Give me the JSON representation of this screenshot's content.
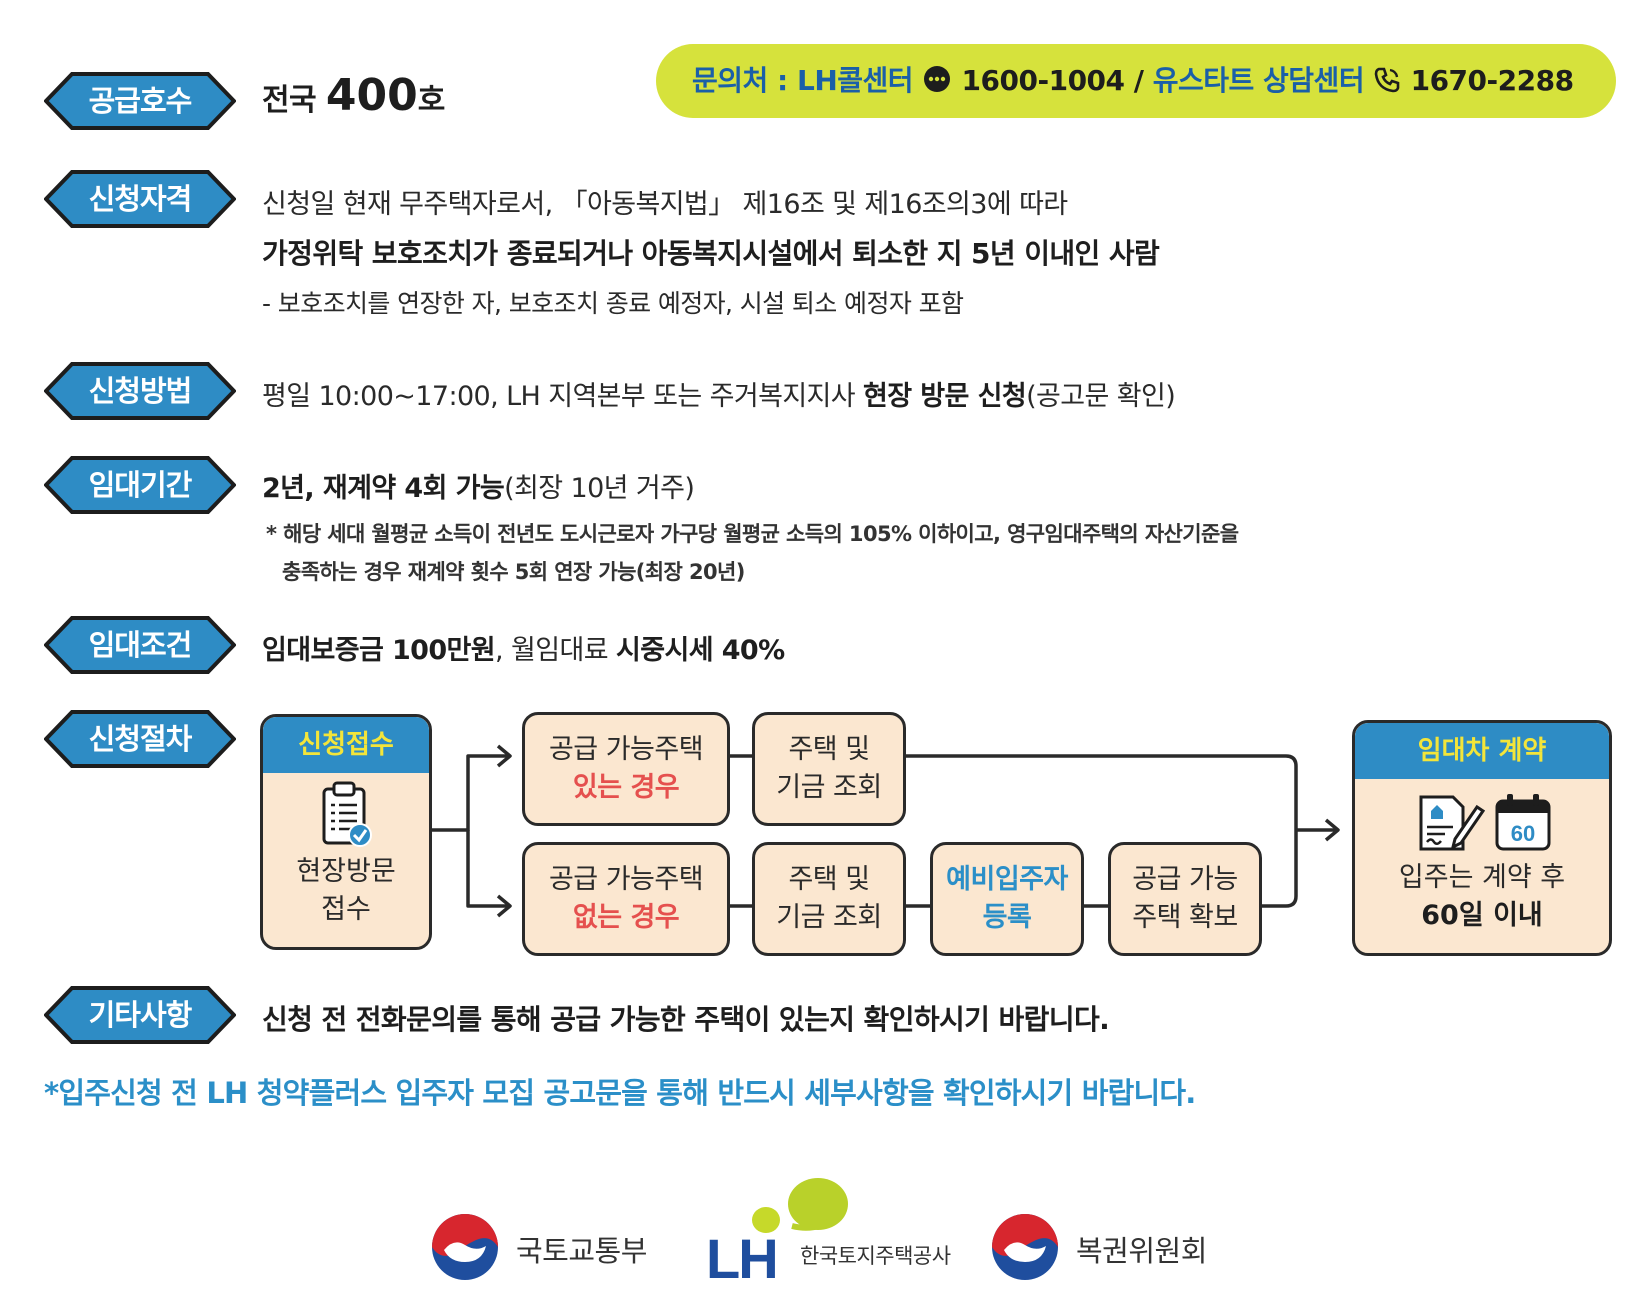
{
  "colors": {
    "tag_fill": "#2e8cc5",
    "tag_border": "#1d1d1d",
    "contact_bg": "#d6e23c",
    "accent_blue": "#2b8fc8",
    "accent_red": "#e5504e",
    "box_fill": "#fbe7d0"
  },
  "contact": {
    "label": "문의처 : LH콜센터",
    "phone1": "1600-1004",
    "sep": " / ",
    "label2": "유스타트 상담센터",
    "phone2": "1670-2288"
  },
  "sections": {
    "supply": {
      "tag": "공급호수",
      "prefix": "전국 ",
      "count": "400",
      "unit": "호"
    },
    "eligibility": {
      "tag": "신청자격",
      "line1": "신청일 현재 무주택자로서, 「아동복지법」 제16조 및 제16조의3에 따라",
      "line2": "가정위탁 보호조치가 종료되거나 아동복지시설에서 퇴소한 지 5년 이내인 사람",
      "line3": "- 보호조치를 연장한 자, 보호조치 종료 예정자, 시설 퇴소 예정자 포함"
    },
    "method": {
      "tag": "신청방법",
      "text": "평일 10:00~17:00, LH 지역본부 또는 주거복지지사 ",
      "bold": "현장 방문 신청",
      "tail": "(공고문 확인)"
    },
    "period": {
      "tag": "임대기간",
      "bold": "2년, 재계약 4회 가능",
      "tail": "(최장 10년 거주)",
      "note1": "* 해당 세대 월평균 소득이 전년도 도시근로자 가구당 월평균 소득의 105% 이하이고, 영구임대주택의 자산기준을",
      "note2": "충족하는 경우 재계약 횟수 5회 연장 가능(최장 20년)"
    },
    "terms": {
      "tag": "임대조건",
      "bold1": "임대보증금 100만원",
      "mid": ", 월임대료 ",
      "bold2": "시중시세 40%"
    },
    "procedure": {
      "tag": "신청절차",
      "receipt_head": "신청접수",
      "receipt_line1": "현장방문",
      "receipt_line2": "접수",
      "top_case_line1": "공급 가능주택",
      "top_case_line2": "있는 경우",
      "top_check_line1": "주택 및",
      "top_check_line2": "기금 조회",
      "bottom_case_line1": "공급 가능주택",
      "bottom_case_line2": "없는 경우",
      "bottom_check_line1": "주택 및",
      "bottom_check_line2": "기금 조회",
      "reserve_line1": "예비입주자",
      "reserve_line2": "등록",
      "secure_line1": "공급 가능",
      "secure_line2": "주택 확보",
      "contract_head": "임대차 계약",
      "contract_day_badge": "60",
      "contract_line1": "입주는 계약 후",
      "contract_line2": "60일 이내"
    },
    "other": {
      "tag": "기타사항",
      "text": "신청 전 전화문의를 통해 공급 가능한 주택이 있는지 확인하시기 바랍니다."
    }
  },
  "footnote": "*입주신청 전 LH 청약플러스 입주자 모집 공고문을 통해 반드시 세부사항을 확인하시기 바랍니다.",
  "logos": {
    "molit": "국토교통부",
    "lh_mark": "LH",
    "lh_name": "한국토지주택공사",
    "acrc": "복권위원회"
  }
}
